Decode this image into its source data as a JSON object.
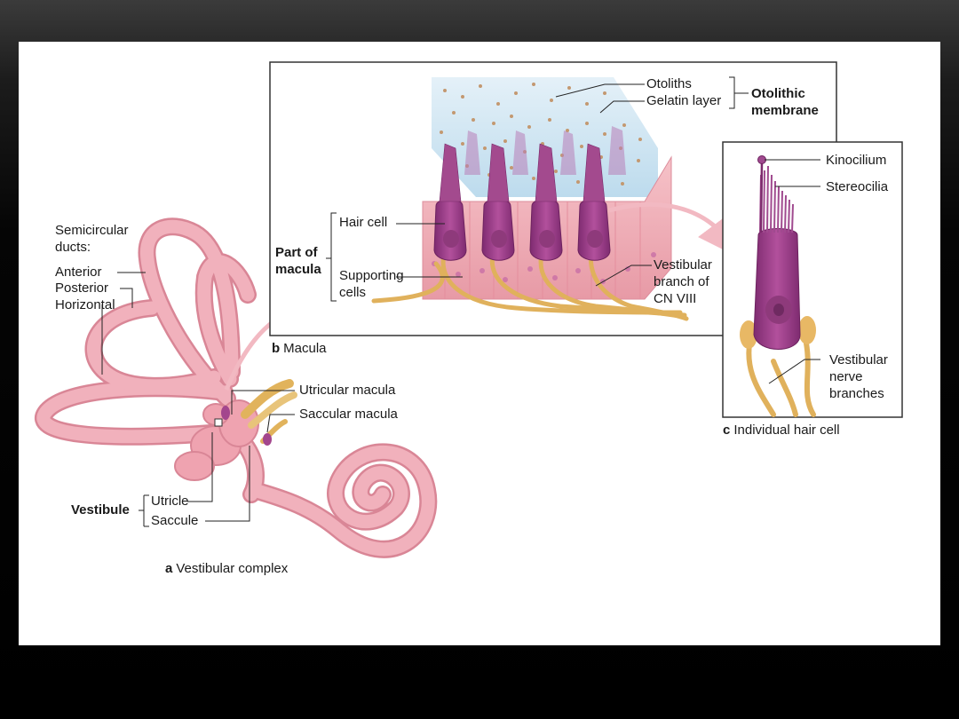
{
  "labels": {
    "semicircular_ducts": "Semicircular\nducts:",
    "anterior": "Anterior",
    "posterior": "Posterior",
    "horizontal": "Horizontal",
    "utricular_macula": "Utricular macula",
    "saccular_macula": "Saccular macula",
    "vestibule": "Vestibule",
    "utricle": "Utricle",
    "saccule": "Saccule",
    "otoliths": "Otoliths",
    "gelatin_layer": "Gelatin layer",
    "otolithic_membrane": "Otolithic\nmembrane",
    "hair_cell": "Hair cell",
    "part_of_macula": "Part of\nmacula",
    "supporting_cells": "Supporting\ncells",
    "vestibular_branch": "Vestibular\nbranch of\nCN VIII",
    "kinocilium": "Kinocilium",
    "stereocilia": "Stereocilia",
    "vestibular_nerve_branches": "Vestibular\nnerve\nbranches"
  },
  "captions": {
    "a_letter": "a",
    "a_text": "Vestibular complex",
    "b_letter": "b",
    "b_text": "Macula",
    "c_letter": "c",
    "c_text": "Individual hair cell"
  },
  "colors": {
    "duct": "#efa9b4",
    "duct_edge": "#d97f90",
    "hair_cell": "#a3468d",
    "nerve": "#e3b562",
    "gel": "#cfe4f1"
  }
}
